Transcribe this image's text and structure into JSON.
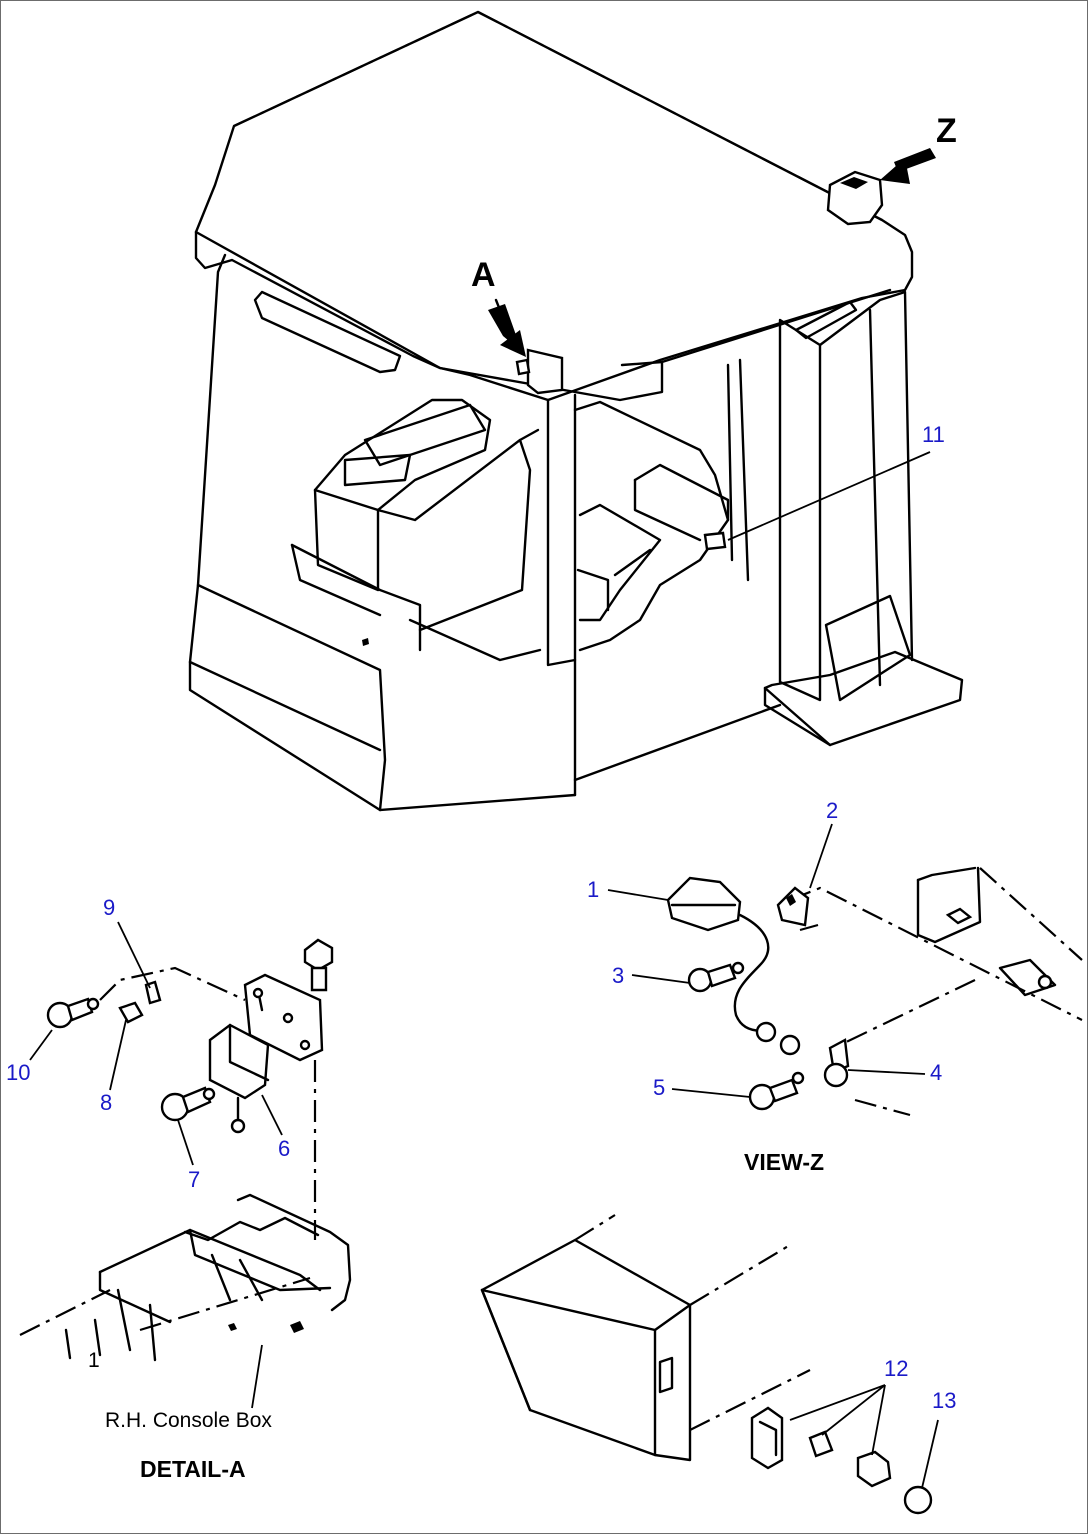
{
  "view_letters": {
    "a": "A",
    "z": "Z"
  },
  "captions": {
    "view_z": "VIEW-Z",
    "detail_a": "DETAIL-A",
    "console_box": "R.H. Console Box"
  },
  "callouts": [
    {
      "id": "c1",
      "label": "1"
    },
    {
      "id": "c2",
      "label": "2"
    },
    {
      "id": "c3",
      "label": "3"
    },
    {
      "id": "c4",
      "label": "4"
    },
    {
      "id": "c5",
      "label": "5"
    },
    {
      "id": "c6",
      "label": "6"
    },
    {
      "id": "c7",
      "label": "7"
    },
    {
      "id": "c8",
      "label": "8"
    },
    {
      "id": "c9",
      "label": "9"
    },
    {
      "id": "c10",
      "label": "10"
    },
    {
      "id": "c11",
      "label": "11"
    },
    {
      "id": "c12",
      "label": "12"
    },
    {
      "id": "c13",
      "label": "13"
    },
    {
      "id": "c1-black",
      "label": "1"
    }
  ],
  "colors": {
    "callout_text": "#1a1ac8",
    "line": "#000000"
  }
}
